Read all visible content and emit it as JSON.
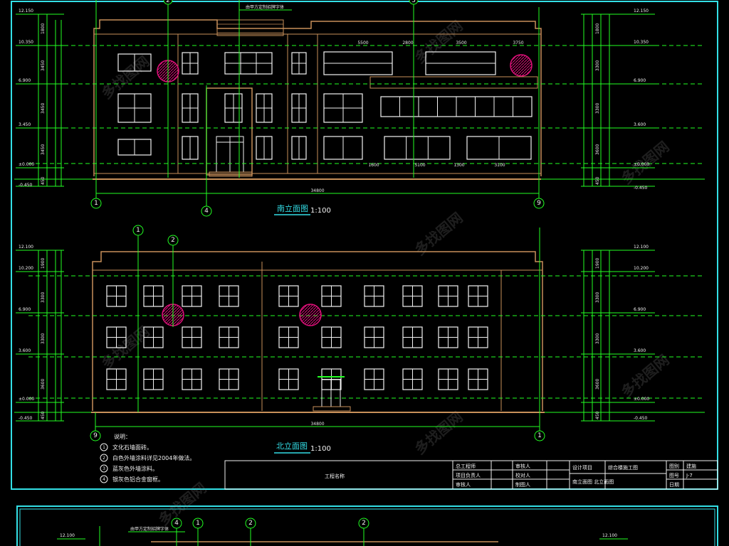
{
  "south_elevation": {
    "title": "南立面图",
    "scale": "1:100",
    "top_note": "由甲方定制招牌字体",
    "grid_labels": [
      "1",
      "4",
      "9",
      "2",
      "3"
    ],
    "total_dimension": "34800",
    "top_dims": [
      "5500",
      "2800",
      "3500",
      "3750"
    ],
    "bottom_dims": [
      "1600",
      "5100",
      "1300",
      "3100"
    ],
    "left_levels": [
      "12.150",
      "10.350",
      "6.900",
      "3.450",
      "±0.000",
      "-0.450"
    ],
    "right_levels": [
      "12.150",
      "10.350",
      "6.900",
      "3.600",
      "±0.000",
      "-0.450"
    ],
    "left_vertical_dims": [
      "1800",
      "3450",
      "3450",
      "3450",
      "450"
    ],
    "right_vertical_dims": [
      "1800",
      "3300",
      "3300",
      "3600",
      "450"
    ]
  },
  "north_elevation": {
    "title": "北立面图",
    "scale": "1:100",
    "grid_labels": [
      "1",
      "2",
      "9",
      "1"
    ],
    "total_dimension": "34800",
    "left_levels": [
      "12.100",
      "10.200",
      "6.900",
      "3.600",
      "±0.000",
      "-0.450"
    ],
    "right_levels": [
      "12.100",
      "10.200",
      "6.900",
      "3.600",
      "±0.000",
      "-0.450"
    ],
    "left_vertical_dims": [
      "1900",
      "3300",
      "3300",
      "3600",
      "450"
    ],
    "right_vertical_dims": [
      "1900",
      "3300",
      "3300",
      "3600",
      "450"
    ]
  },
  "notes": {
    "heading": "说明：",
    "items": [
      "文化石墙面砖。",
      "白色外墙涂料详见2004年做法。",
      "蓝灰色外墙涂料。",
      "银灰色铝合金窗框。"
    ]
  },
  "title_block": {
    "project_label": "工程名称",
    "row1": [
      "总工程师",
      "审核人",
      "设计项目",
      "综合楼施工图",
      "图别",
      "建施"
    ],
    "row2": [
      "项目负责人",
      "校对人",
      "图号",
      "J-7"
    ],
    "row3": [
      "审核人",
      "制图人",
      "南立面图 北立面图",
      "日期"
    ]
  },
  "third_sheet": {
    "top_note": "由甲方定制招牌字体",
    "grid_labels": [
      "4",
      "1",
      "2",
      "2"
    ],
    "levels": [
      "12.100",
      "12.100"
    ]
  },
  "watermark": "多找图网",
  "colors": {
    "background": "#000000",
    "frame": "#33e0e6",
    "building": "#c8905a",
    "windows": "#f2f2f2",
    "dimensions": "#22ff22",
    "dashed": "#22ff22",
    "accent": "#e0107a"
  }
}
